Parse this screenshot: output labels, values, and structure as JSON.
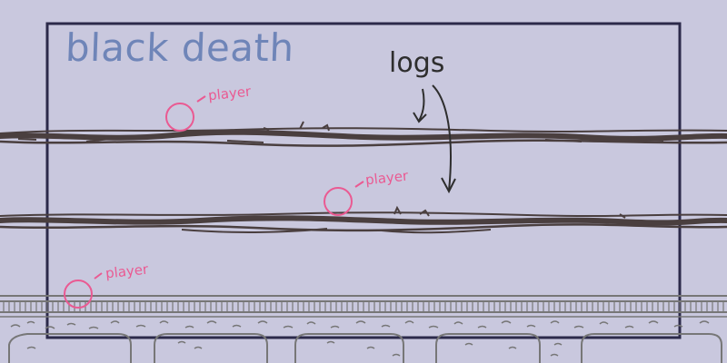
{
  "game": {
    "title": "black death",
    "logs_label": "logs",
    "player_labels": [
      "player",
      "player",
      "player"
    ]
  },
  "colors": {
    "background": "#c9c8de",
    "frame": "#2c2a4a",
    "log": "#4a3f3f",
    "player": "#ea5a92",
    "title": "#6f85b8",
    "bridge": "#777777"
  }
}
